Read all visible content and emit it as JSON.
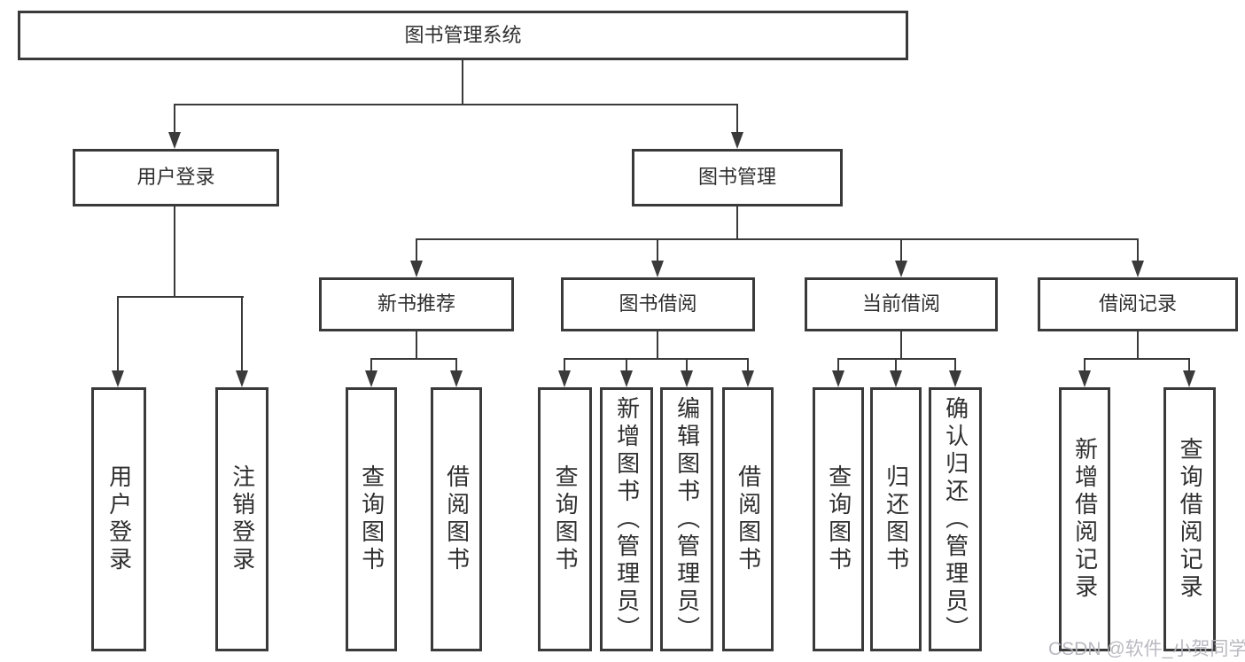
{
  "diagram": {
    "root": {
      "label": "图书管理系统"
    },
    "level2": [
      {
        "label": "用户登录"
      },
      {
        "label": "图书管理"
      }
    ],
    "level3": [
      {
        "label": "新书推荐"
      },
      {
        "label": "图书借阅"
      },
      {
        "label": "当前借阅"
      },
      {
        "label": "借阅记录"
      }
    ],
    "leaves": [
      {
        "label": "用户登录"
      },
      {
        "label": "注销登录"
      },
      {
        "label": "查询图书"
      },
      {
        "label": "借阅图书"
      },
      {
        "label": "查询图书"
      },
      {
        "label": "新增图书（管理员）"
      },
      {
        "label": "编辑图书（管理员）"
      },
      {
        "label": "借阅图书"
      },
      {
        "label": "查询图书"
      },
      {
        "label": "归还图书"
      },
      {
        "label": "确认归还（管理员）"
      },
      {
        "label": "新增借阅记录"
      },
      {
        "label": "查询借阅记录"
      }
    ],
    "watermark": "CSDN @软件_小贺同学",
    "colors": {
      "line": "#3a3a3a",
      "text": "#2f2f2f",
      "watermark": "#b4b4bc",
      "background": "#ffffff"
    }
  }
}
